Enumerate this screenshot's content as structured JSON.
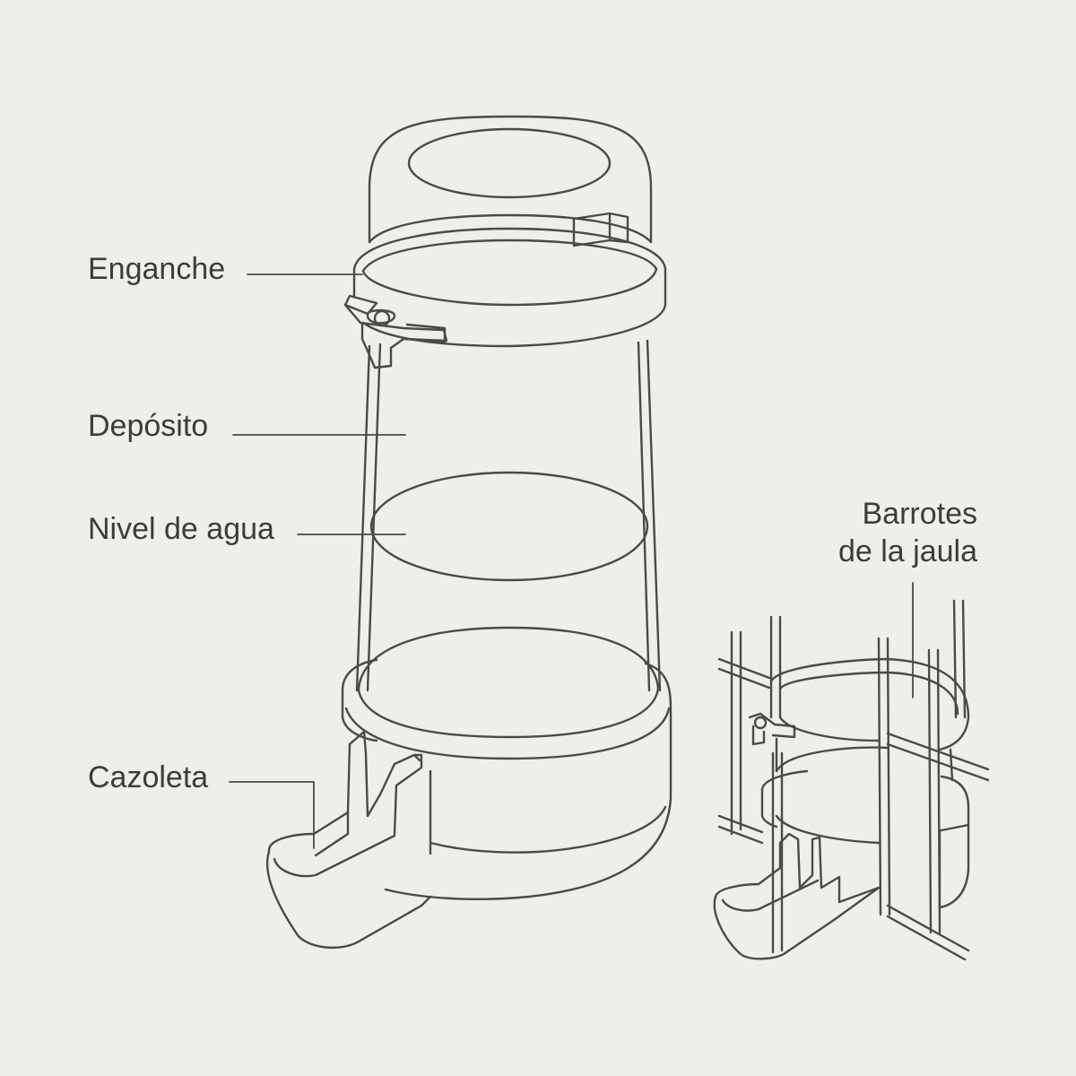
{
  "labels": {
    "hook": "Enganche",
    "reservoir": "Depósito",
    "water_level": "Nivel de agua",
    "cup": "Cazoleta",
    "cage_bars_line1": "Barrotes",
    "cage_bars_line2": "de la jaula"
  },
  "colors": {
    "background": "#efeee9",
    "line": "#4a4a4a",
    "text": "#3c3c3c"
  }
}
